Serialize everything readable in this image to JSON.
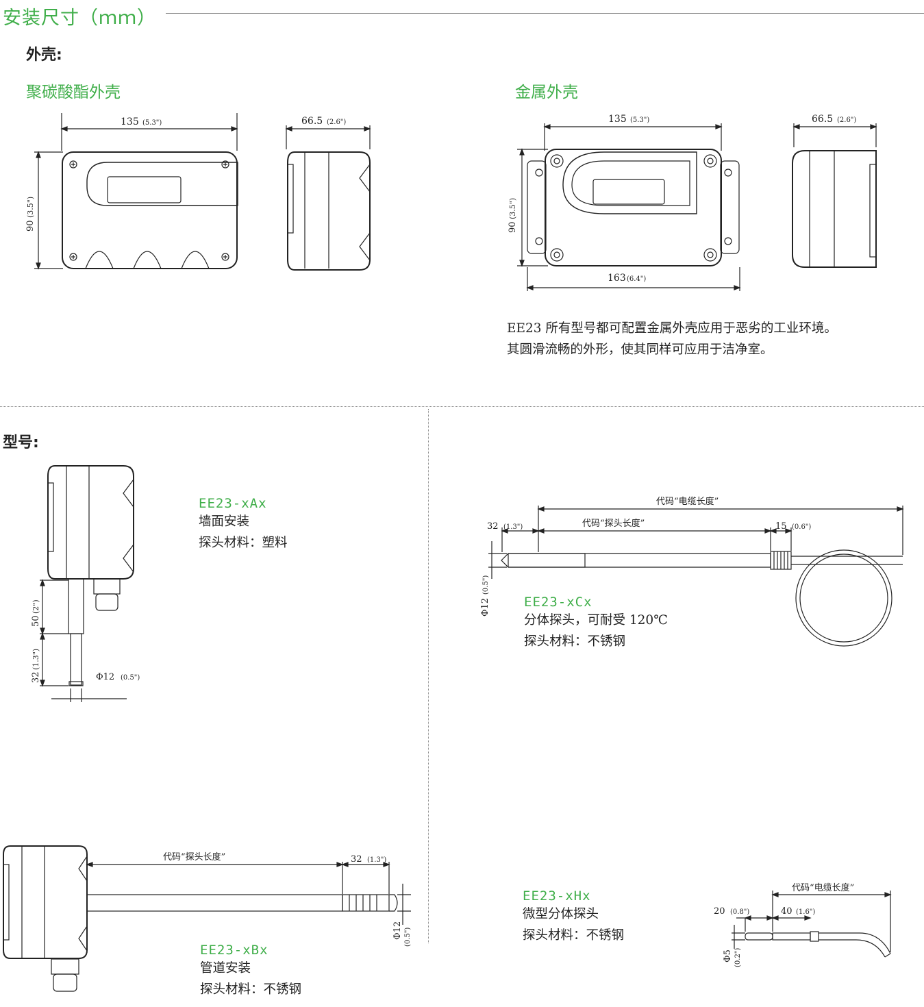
{
  "section": {
    "title": "安装尺寸（ｍｍ）"
  },
  "housing": {
    "heading": "外壳:",
    "pc": {
      "title": "聚碳酸酯外壳",
      "dim_width": "135",
      "dim_width_in": "(5.3\")",
      "dim_depth": "66.5",
      "dim_depth_in": "(2.6\")",
      "dim_height": "90",
      "dim_height_in": "(3.5\")"
    },
    "metal": {
      "title": "金属外壳",
      "dim_width": "135",
      "dim_width_in": "(5.3\")",
      "dim_depth": "66.5",
      "dim_depth_in": "(2.6\")",
      "dim_height": "90",
      "dim_height_in": "(3.5\")",
      "dim_total": "163",
      "dim_total_in": "(6.4\")",
      "desc_line1": "EE23 所有型号都可配置金属外壳应用于恶劣的工业环境。",
      "desc_line2": "其圆滑流畅的外形，使其同样可应用于洁净室。"
    }
  },
  "models": {
    "heading": "型号:",
    "A": {
      "code": "EE23-xAx",
      "line1": "墙面安装",
      "line2": "探头材料：塑料",
      "dim1": "50",
      "dim1_in": "(2\")",
      "dim2": "32",
      "dim2_in": "(1.3\")",
      "dia": "Φ12",
      "dia_in": "(0.5\")"
    },
    "B": {
      "code": "EE23-xBx",
      "line1": "管道安装",
      "line2": "探头材料：不锈钢",
      "probe_len": "代码“探头长度”",
      "tip": "32",
      "tip_in": "(1.3\")",
      "dia": "Φ12",
      "dia_in": "(0.5\")"
    },
    "C": {
      "code": "EE23-xCx",
      "line1": "分体探头，可耐受 120℃",
      "line2": "探头材料：不锈钢",
      "cable_len": "代码“电缆长度”",
      "probe_len": "代码“探头长度”",
      "tip": "32",
      "tip_in": "(1.3\")",
      "end": "15",
      "end_in": "(0.6\")",
      "dia": "Φ12",
      "dia_in": "(0.5\")"
    },
    "H": {
      "code": "EE23-xHx",
      "line1": "微型分体探头",
      "line2": "探头材料：不锈钢",
      "cable_len": "代码“电缆长度”",
      "tip": "20",
      "tip_in": "(0.8\")",
      "mid": "40",
      "mid_in": "(1.6\")",
      "dia": "Φ5",
      "dia_in": "(0.2\")"
    }
  }
}
